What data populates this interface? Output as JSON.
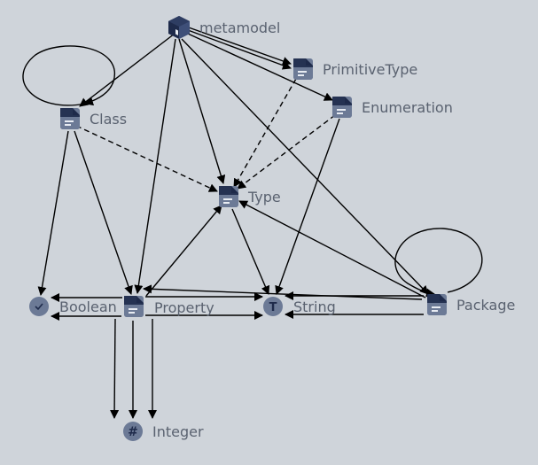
{
  "colors": {
    "background": "#cfd4da",
    "icon_dark": "#1e2a4a",
    "icon_mid": "#6c7a96",
    "icon_light": "#e8ecf3",
    "edge": "#000000",
    "label": "#5a6270"
  },
  "nodes": [
    {
      "id": "metamodel",
      "label": "metamodel",
      "icon": "package-cube-icon"
    },
    {
      "id": "primitivetype",
      "label": "PrimitiveType",
      "icon": "document-icon"
    },
    {
      "id": "enumeration",
      "label": "Enumeration",
      "icon": "document-icon"
    },
    {
      "id": "class",
      "label": "Class",
      "icon": "document-icon"
    },
    {
      "id": "type",
      "label": "Type",
      "icon": "document-icon"
    },
    {
      "id": "boolean",
      "label": "Boolean",
      "icon": "checkmark-circle-icon"
    },
    {
      "id": "property",
      "label": "Property",
      "icon": "document-icon"
    },
    {
      "id": "string",
      "label": "String",
      "icon": "text-t-icon"
    },
    {
      "id": "package",
      "label": "Package",
      "icon": "document-icon"
    },
    {
      "id": "integer",
      "label": "Integer",
      "icon": "hash-circle-icon"
    }
  ],
  "edges": [
    {
      "from": "metamodel",
      "to": "class",
      "style": "solid"
    },
    {
      "from": "metamodel",
      "to": "primitivetype",
      "style": "solid"
    },
    {
      "from": "metamodel",
      "to": "primitivetype",
      "style": "solid"
    },
    {
      "from": "metamodel",
      "to": "enumeration",
      "style": "solid"
    },
    {
      "from": "metamodel",
      "to": "type",
      "style": "solid"
    },
    {
      "from": "metamodel",
      "to": "property",
      "style": "solid"
    },
    {
      "from": "metamodel",
      "to": "package",
      "style": "solid"
    },
    {
      "from": "class",
      "to": "class",
      "style": "solid"
    },
    {
      "from": "class",
      "to": "type",
      "style": "dashed"
    },
    {
      "from": "class",
      "to": "boolean",
      "style": "solid"
    },
    {
      "from": "class",
      "to": "property",
      "style": "solid"
    },
    {
      "from": "primitivetype",
      "to": "type",
      "style": "dashed"
    },
    {
      "from": "enumeration",
      "to": "type",
      "style": "dashed"
    },
    {
      "from": "enumeration",
      "to": "string",
      "style": "solid"
    },
    {
      "from": "type",
      "to": "string",
      "style": "solid"
    },
    {
      "from": "property",
      "to": "type",
      "style": "solid"
    },
    {
      "from": "property",
      "to": "boolean",
      "style": "solid"
    },
    {
      "from": "property",
      "to": "boolean",
      "style": "solid"
    },
    {
      "from": "property",
      "to": "string",
      "style": "solid"
    },
    {
      "from": "property",
      "to": "string",
      "style": "solid"
    },
    {
      "from": "property",
      "to": "integer",
      "style": "solid"
    },
    {
      "from": "property",
      "to": "integer",
      "style": "solid"
    },
    {
      "from": "property",
      "to": "integer",
      "style": "solid"
    },
    {
      "from": "package",
      "to": "package",
      "style": "solid"
    },
    {
      "from": "package",
      "to": "type",
      "style": "solid"
    },
    {
      "from": "package",
      "to": "string",
      "style": "solid"
    },
    {
      "from": "package",
      "to": "string",
      "style": "solid"
    },
    {
      "from": "package",
      "to": "property",
      "style": "solid"
    }
  ]
}
